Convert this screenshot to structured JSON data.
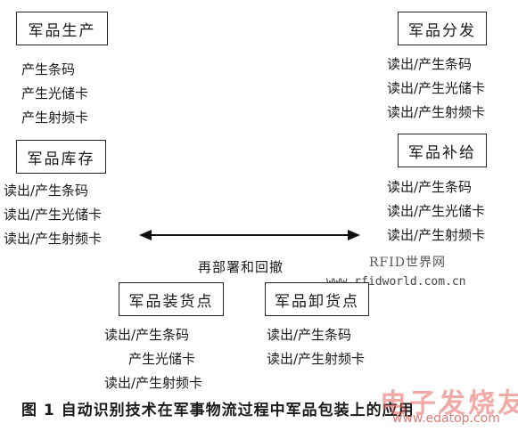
{
  "nodes": {
    "production": {
      "title": "军品生产",
      "items": [
        "产生条码",
        "产生光储卡",
        "产生射频卡"
      ]
    },
    "distribution": {
      "title": "军品分发",
      "items": [
        "读出/产生条码",
        "读出/产生光储卡",
        "读出/产生射频卡"
      ]
    },
    "inventory": {
      "title": "军品库存",
      "items": [
        "读出/产生条码",
        "读出/产生光储卡",
        "读出/产生射频卡"
      ]
    },
    "supply": {
      "title": "军品补给",
      "items": [
        "读出/产生条码",
        "读出/产生光储卡",
        "读出/产生射频卡"
      ]
    },
    "loading": {
      "title": "军品装货点",
      "items": [
        "读出/产生条码",
        "产生光储卡",
        "读出/产生射频卡"
      ]
    },
    "unloading": {
      "title": "军品卸货点",
      "items": [
        "读出/产生条码",
        "读出/产生射频卡"
      ]
    }
  },
  "arrow_label": "再部署和回撤",
  "watermark": {
    "site_name": "RFID世界网",
    "site_url": "www.rfidworld.com.cn",
    "site2_name": "电子发烧友",
    "site2_url": "www.edatop.com"
  },
  "caption": "图 1  自动识别技术在军事物流过程中军品包装上的应用"
}
